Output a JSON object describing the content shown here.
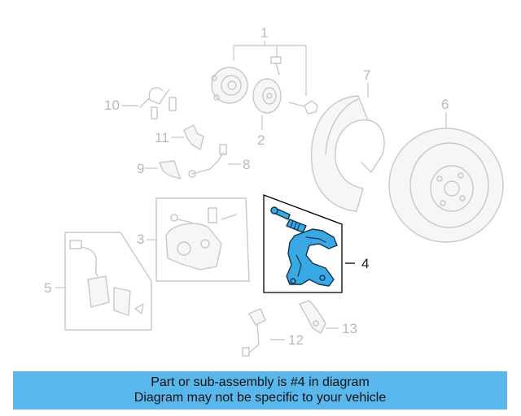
{
  "callouts": {
    "n1": "1",
    "n2": "2",
    "n3": "3",
    "n4": "4",
    "n5": "5",
    "n6": "6",
    "n7": "7",
    "n8": "8",
    "n9": "9",
    "n10": "10",
    "n11": "11",
    "n12": "12",
    "n13": "13"
  },
  "highlight_part": "4",
  "colors": {
    "highlight": "#3aa9e3",
    "banner": "#5ab7ec",
    "ghost": "#c8c8c8"
  },
  "banner": {
    "line1": "Part or sub-assembly is #4 in diagram",
    "line2": "Diagram may not be specific to your vehicle"
  }
}
